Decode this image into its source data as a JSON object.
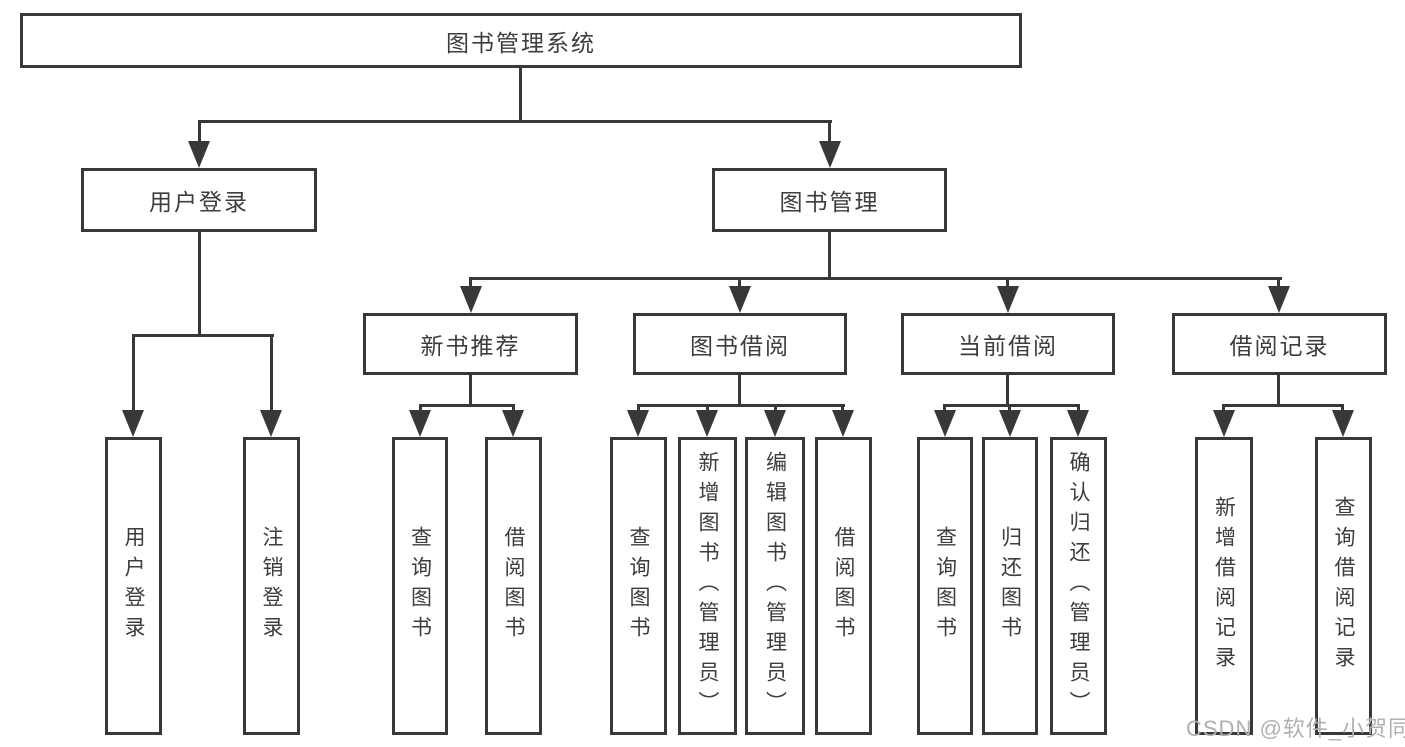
{
  "diagram_type": "functional-structure-tree",
  "nodes": {
    "root": {
      "label": "图书管理系统"
    },
    "user_login": {
      "label": "用户登录"
    },
    "book_mgmt": {
      "label": "图书管理"
    },
    "new_book_rec": {
      "label": "新书推荐"
    },
    "book_borrow": {
      "label": "图书借阅"
    },
    "current_borrow": {
      "label": "当前借阅"
    },
    "borrow_records": {
      "label": "借阅记录"
    },
    "leaf_user_login": {
      "label": "用户登录"
    },
    "leaf_logout": {
      "label": "注销登录"
    },
    "leaf_rec_query_book": {
      "label": "查询图书"
    },
    "leaf_rec_borrow_book": {
      "label": "借阅图书"
    },
    "leaf_bb_query_book": {
      "label": "查询图书"
    },
    "leaf_bb_add_book": {
      "label": "新增图书（管理员）"
    },
    "leaf_bb_edit_book": {
      "label": "编辑图书（管理员）"
    },
    "leaf_bb_borrow_book": {
      "label": "借阅图书"
    },
    "leaf_cb_query_book": {
      "label": "查询图书"
    },
    "leaf_cb_return_book": {
      "label": "归还图书"
    },
    "leaf_cb_confirm_return": {
      "label": "确认归还（管理员）"
    },
    "leaf_br_add_record": {
      "label": "新增借阅记录"
    },
    "leaf_br_query_record": {
      "label": "查询借阅记录"
    }
  },
  "tree": {
    "图书管理系统": {
      "用户登录": [
        "用户登录",
        "注销登录"
      ],
      "图书管理": {
        "新书推荐": [
          "查询图书",
          "借阅图书"
        ],
        "图书借阅": [
          "查询图书",
          "新增图书（管理员）",
          "编辑图书（管理员）",
          "借阅图书"
        ],
        "当前借阅": [
          "查询图书",
          "归还图书",
          "确认归还（管理员）"
        ],
        "借阅记录": [
          "新增借阅记录",
          "查询借阅记录"
        ]
      }
    }
  },
  "watermark": {
    "text": "CSDN @软件_小贺同学"
  },
  "colors": {
    "line": "#383838",
    "text": "#3d3d3d",
    "watermark": "#b0b0b0",
    "background": "#ffffff"
  }
}
